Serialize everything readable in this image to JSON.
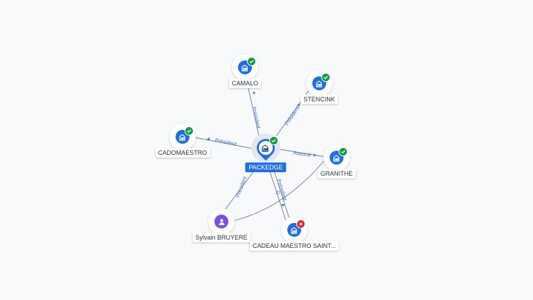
{
  "center": {
    "name": "PACKEDGE"
  },
  "nodes": [
    {
      "id": "camalo",
      "name": "CAMALO",
      "type": "company",
      "status": "active"
    },
    {
      "id": "stencink",
      "name": "STENCINK",
      "type": "company",
      "status": "active"
    },
    {
      "id": "cadomaestro",
      "name": "CADOMAESTRO",
      "type": "company",
      "status": "active"
    },
    {
      "id": "granithe",
      "name": "GRANITHE",
      "type": "company",
      "status": "active"
    },
    {
      "id": "sylvain",
      "name": "Sylvain BRUYERE",
      "type": "person"
    },
    {
      "id": "cadeau",
      "name": "CADEAU MAESTRO SAINT...",
      "type": "company",
      "status": "closed"
    }
  ],
  "edges": [
    {
      "from": "center",
      "to": "camalo",
      "label": "Président"
    },
    {
      "from": "center",
      "to": "stencink",
      "label": "Président"
    },
    {
      "from": "center",
      "to": "cadomaestro",
      "label": "Président"
    },
    {
      "from": "center",
      "to": "granithe",
      "label": "Associé"
    },
    {
      "from": "center",
      "to": "cadeau",
      "label": "Président"
    },
    {
      "from": "center",
      "to": "cadeau",
      "label": "G"
    },
    {
      "from": "sylvain",
      "to": "center",
      "label": "Président"
    },
    {
      "from": "sylvain",
      "to": "granithe",
      "label": ""
    }
  ],
  "colors": {
    "company": "#1f6fe0",
    "person": "#7b4fe0",
    "active_badge": "#139b45",
    "closed_badge": "#e02626",
    "edge_label": "#3d6fb8"
  },
  "icons": {
    "company": "building-icon",
    "person": "person-icon",
    "active_badge": "check-icon",
    "closed_badge": "cross-icon"
  }
}
